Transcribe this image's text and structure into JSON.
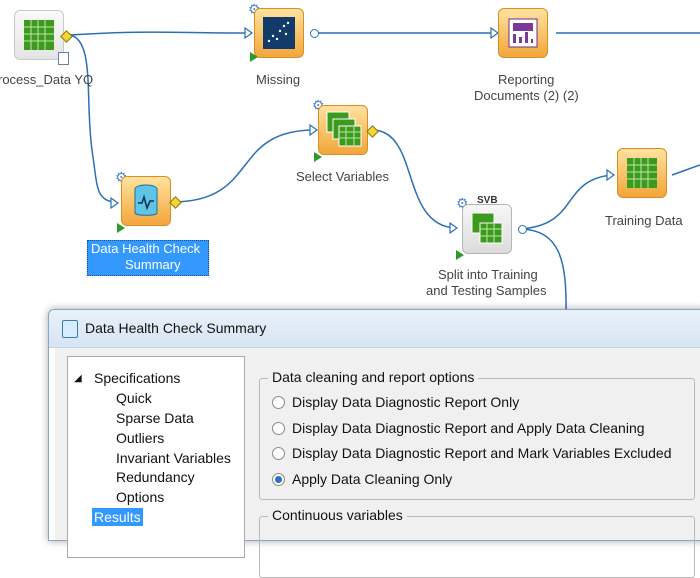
{
  "flow": {
    "nodes": {
      "process_data": {
        "label": "rocess_Data YQ",
        "icon": "table-grid-icon"
      },
      "missing": {
        "label": "Missing",
        "icon": "scatter-plot-icon"
      },
      "reporting": {
        "label_line1": "Reporting",
        "label_line2": "Documents (2) (2)",
        "icon": "report-documents-icon"
      },
      "select_variables": {
        "label": "Select Variables",
        "icon": "stacked-tables-icon"
      },
      "data_health": {
        "label_line1": "Data Health Check",
        "label_line2": "Summary",
        "icon": "data-health-icon"
      },
      "split": {
        "badge": "SVB",
        "label_line1": "Split into Training",
        "label_line2": "and Testing Samples",
        "icon": "split-tables-icon"
      },
      "training": {
        "label": "Training Data",
        "icon": "table-grid-icon"
      }
    },
    "colors": {
      "link": "#2a6fb5",
      "accent_green": "#3c9a1e",
      "accent_orange": "#f2a63a"
    }
  },
  "dialog": {
    "title": "Data Health Check Summary",
    "tree": {
      "root": "Specifications",
      "children": [
        "Quick",
        "Sparse Data",
        "Outliers",
        "Invariant Variables",
        "Redundancy",
        "Options"
      ],
      "selected": "Results"
    },
    "cleaning_group": {
      "title": "Data cleaning and report options",
      "options": [
        "Display Data Diagnostic Report Only",
        "Display Data Diagnostic Report and Apply Data Cleaning",
        "Display Data Diagnostic Report and Mark Variables Excluded",
        "Apply Data Cleaning Only"
      ],
      "selected_index": 3
    },
    "continuous_group": {
      "title": "Continuous variables"
    }
  }
}
